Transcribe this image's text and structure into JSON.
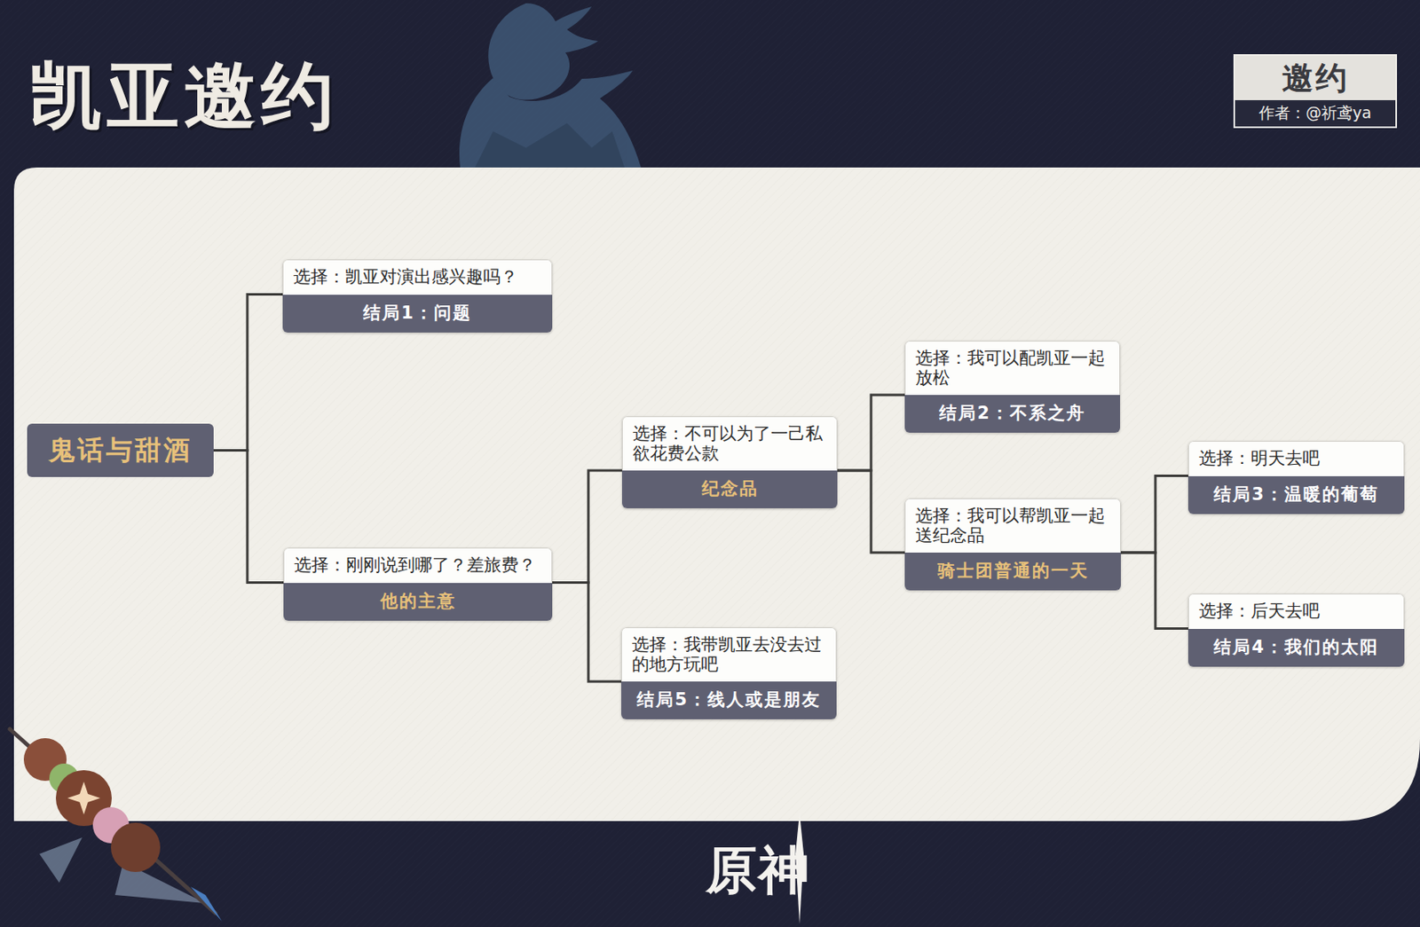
{
  "diagram": {
    "title": "凯亚邀约",
    "nodes": [
      {
        "text": [
          "邀约",
          "作者：@祈鸢ya"
        ]
      },
      {
        "text": [
          "鬼话与甜酒"
        ]
      },
      {
        "text": [
          "选择：凯亚对演出感兴趣吗？",
          "结局1：问题"
        ]
      },
      {
        "text": [
          "选择：刚刚说到哪了？差旅费？",
          "他的主意"
        ]
      },
      {
        "text": [
          "选择：不可以为了一己私欲花费公款",
          "纪念品"
        ]
      },
      {
        "text": [
          "选择：我带凯亚去没去过的地方玩吧",
          "结局5：线人或是朋友"
        ]
      },
      {
        "text": [
          "选择：我可以配凯亚一起放松",
          "结局2：不系之舟"
        ]
      },
      {
        "text": [
          "选择：我可以帮凯亚一起送纪念品",
          "骑士团普通的一天"
        ]
      },
      {
        "text": [
          "选择：明天去吧",
          "结局3：温暖的葡萄"
        ]
      },
      {
        "text": [
          "选择：后天去吧",
          "结局4：我们的太阳"
        ]
      }
    ],
    "edges": [
      {
        "from": 1,
        "to": 2,
        "arrow": "none"
      },
      {
        "from": 1,
        "to": 3,
        "arrow": "none"
      },
      {
        "from": 3,
        "to": 4,
        "arrow": "none"
      },
      {
        "from": 3,
        "to": 5,
        "arrow": "none"
      },
      {
        "from": 4,
        "to": 6,
        "arrow": "none"
      },
      {
        "from": 4,
        "to": 7,
        "arrow": "none"
      },
      {
        "from": 7,
        "to": 8,
        "arrow": "none"
      },
      {
        "from": 7,
        "to": 9,
        "arrow": "none"
      }
    ],
    "labels": [
      "原神"
    ]
  }
}
